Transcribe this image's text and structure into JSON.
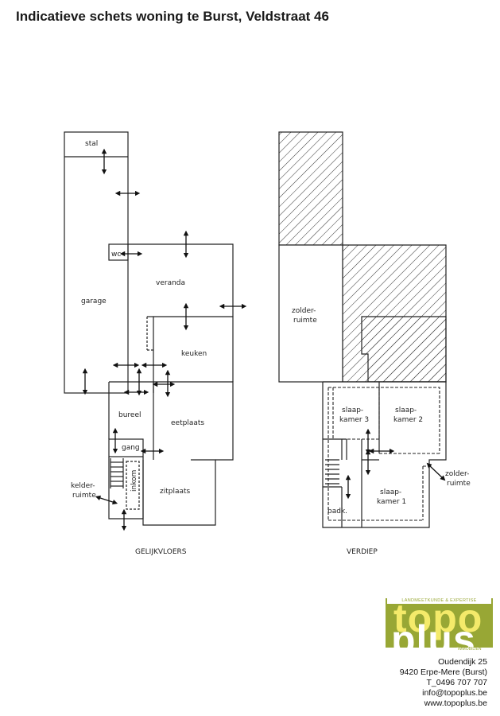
{
  "title": "Indicatieve schets woning te Burst, Veldstraat 46",
  "ground_floor": {
    "caption": "GELIJKVLOERS",
    "rooms": {
      "stal": "stal",
      "wc": "wc",
      "garage": "garage",
      "veranda": "veranda",
      "keuken": "keuken",
      "bureel": "bureel",
      "eetplaats": "eetplaats",
      "gang": "gang",
      "kelderruimte_1": "kelder-",
      "kelderruimte_2": "ruimte",
      "inkom": "inkom",
      "zitplaats": "zitplaats"
    }
  },
  "upper_floor": {
    "caption": "VERDIEP",
    "rooms": {
      "zolderruimte_1": "zolder-",
      "zolderruimte_2": "ruimte",
      "slaapkamer3_1": "slaap-",
      "slaapkamer3_2": "kamer 3",
      "slaapkamer2_1": "slaap-",
      "slaapkamer2_2": "kamer 2",
      "slaapkamer1_1": "slaap-",
      "slaapkamer1_2": "kamer 1",
      "zolder_right_1": "zolder-",
      "zolder_right_2": "ruimte",
      "badk": "badk."
    }
  },
  "logo": {
    "tagline": "LANDMEETKUNDE & EXPERTISE",
    "word1": "topo",
    "word2": "plus",
    "sub": "IMMOBILIEN",
    "brand_color": "#98a735",
    "accent_color": "#f4ea6a"
  },
  "contact": {
    "street": "Oudendijk 25",
    "city": "9420 Erpe-Mere (Burst)",
    "phone": "T_0496 707 707",
    "email": "info@topoplus.be",
    "web": "www.topoplus.be"
  }
}
